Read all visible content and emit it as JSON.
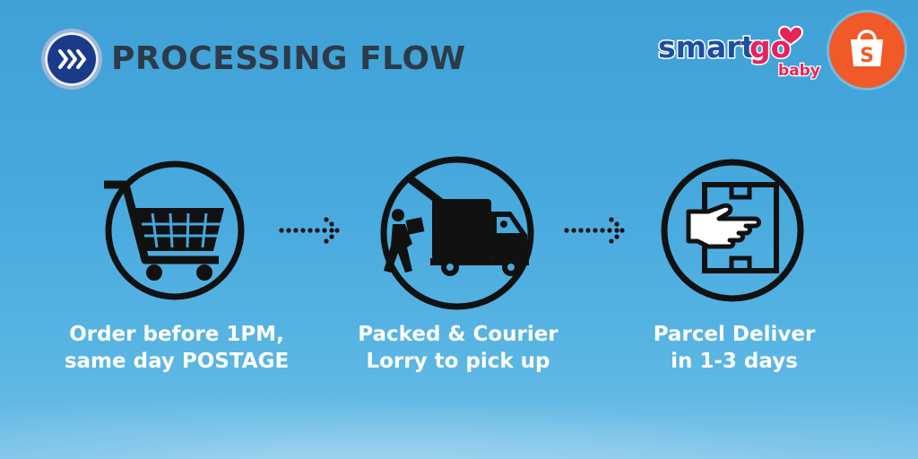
{
  "header": {
    "title": "PROCESSING FLOW",
    "badge_icon": "chevrons-right-icon"
  },
  "brand": {
    "logo_main": "smart",
    "logo_go": "go",
    "logo_sub": "baby",
    "marketplace_letter": "S",
    "colors": {
      "smart_blue": "#1d4ea2",
      "go_pink": "#e6245a",
      "shopee_orange": "#f05a28"
    }
  },
  "steps": [
    {
      "icon": "shopping-cart-icon",
      "line1": "Order before 1PM,",
      "line2": "same day POSTAGE"
    },
    {
      "icon": "courier-lorry-icon",
      "line1": "Packed & Courier",
      "line2": "Lorry to pick up"
    },
    {
      "icon": "parcel-hand-icon",
      "line1": "Parcel Deliver",
      "line2": "in 1-3 days"
    }
  ],
  "colors": {
    "title": "#2d3a48",
    "icon": "#111111",
    "caption": "#ffffff",
    "badge": "#1a3a8a"
  }
}
